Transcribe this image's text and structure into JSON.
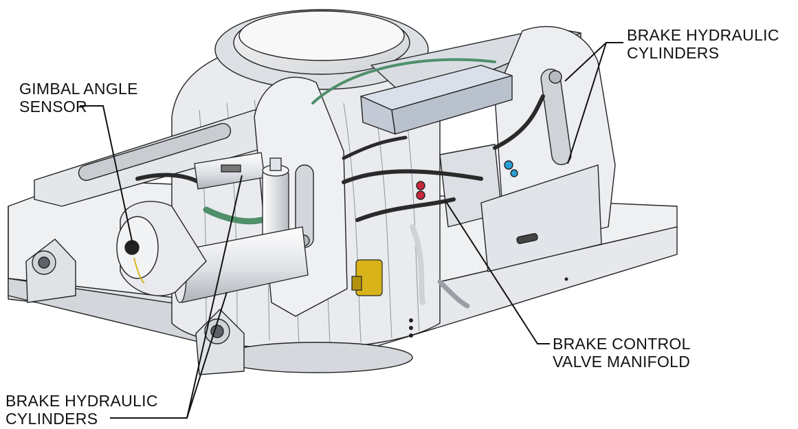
{
  "colors": {
    "line": "#111111",
    "metal_light": "#f1f2f4",
    "metal_mid": "#d4d7dc",
    "metal_dark": "#a9adb4",
    "hose": "#2a2a2a",
    "hose_green": "#4f8f6a",
    "accent_red": "#c8263a",
    "accent_blue": "#2a9fd6",
    "accent_yellow": "#d8b41a"
  },
  "labels": {
    "brake_cyl_top": {
      "line1": "BRAKE HYDRAULIC",
      "line2": "CYLINDERS"
    },
    "gimbal_sensor": {
      "line1": "GIMBAL ANGLE",
      "line2": "SENSOR"
    },
    "brake_valve": {
      "line1": "BRAKE CONTROL",
      "line2": "VALVE MANIFOLD"
    },
    "brake_cyl_bottom": {
      "line1": "BRAKE HYDRAULIC",
      "line2": "CYLINDERS"
    }
  }
}
